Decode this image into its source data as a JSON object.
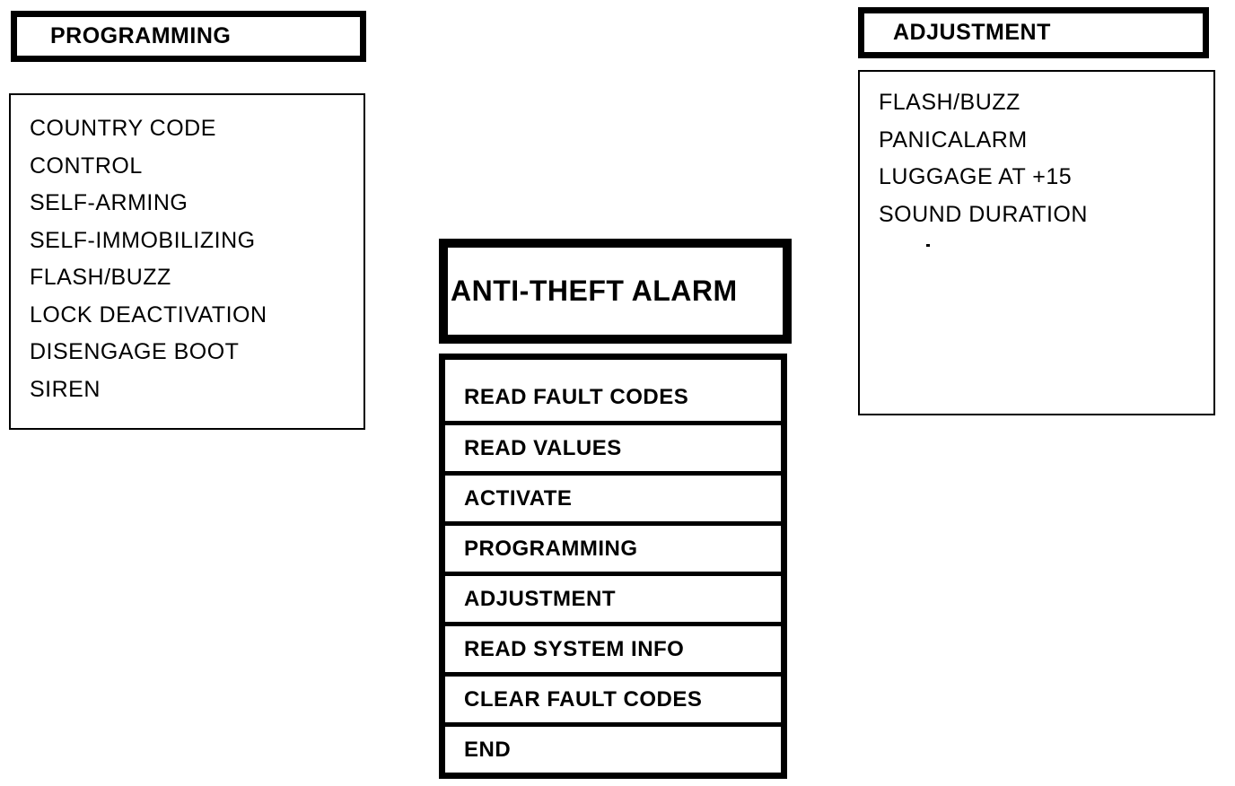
{
  "colors": {
    "ink": "#000000",
    "background": "#ffffff"
  },
  "programming_panel": {
    "header": "PROGRAMMING",
    "items": [
      "COUNTRY CODE",
      "CONTROL",
      "SELF-ARMING",
      "SELF-IMMOBILIZING",
      "FLASH/BUZZ",
      "LOCK DEACTIVATION",
      "DISENGAGE BOOT",
      "SIREN"
    ]
  },
  "main_menu": {
    "title": "ANTI-THEFT ALARM",
    "items": [
      "READ FAULT CODES",
      "READ VALUES",
      "ACTIVATE",
      "PROGRAMMING",
      "ADJUSTMENT",
      "READ SYSTEM INFO",
      "CLEAR FAULT CODES",
      "END"
    ]
  },
  "adjustment_panel": {
    "header": "ADJUSTMENT",
    "items": [
      "FLASH/BUZZ",
      "PANICALARM",
      "LUGGAGE AT  +15",
      "SOUND DURATION"
    ]
  }
}
